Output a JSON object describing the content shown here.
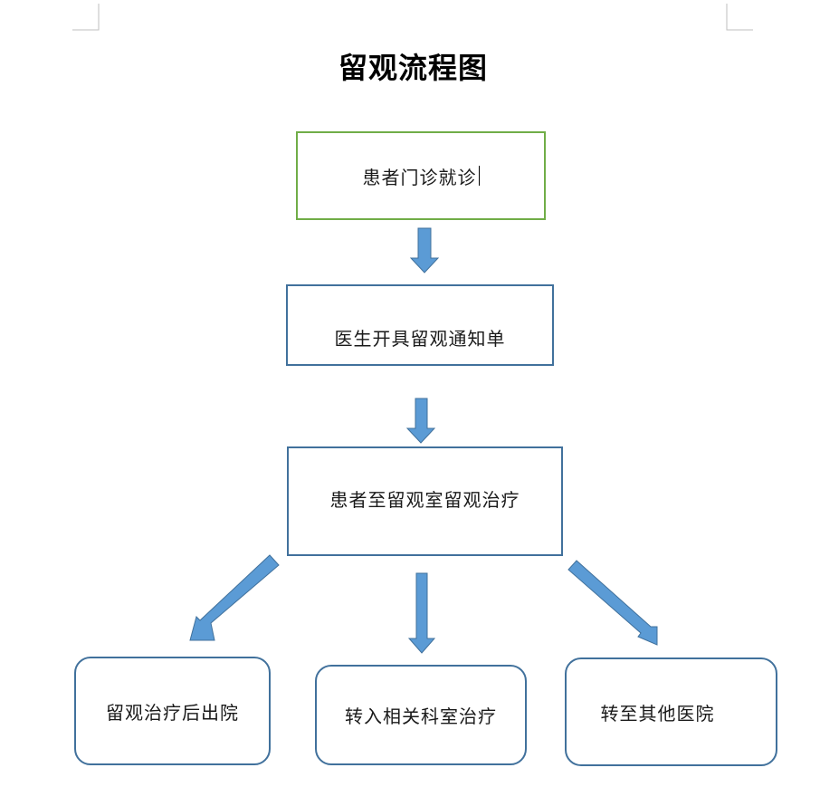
{
  "title": "留观流程图",
  "nodes": {
    "visit": "患者门诊就诊",
    "notice": "医生开具留观通知单",
    "observe": "患者至留观室留观治疗",
    "discharge": "留观治疗后出院",
    "transfer_dept": "转入相关科室治疗",
    "transfer_hospital": "转至其他医院"
  },
  "colors": {
    "start_border": "#70ad47",
    "node_border": "#41719c",
    "arrow_fill": "#5b9bd5",
    "arrow_stroke": "#41719c"
  }
}
